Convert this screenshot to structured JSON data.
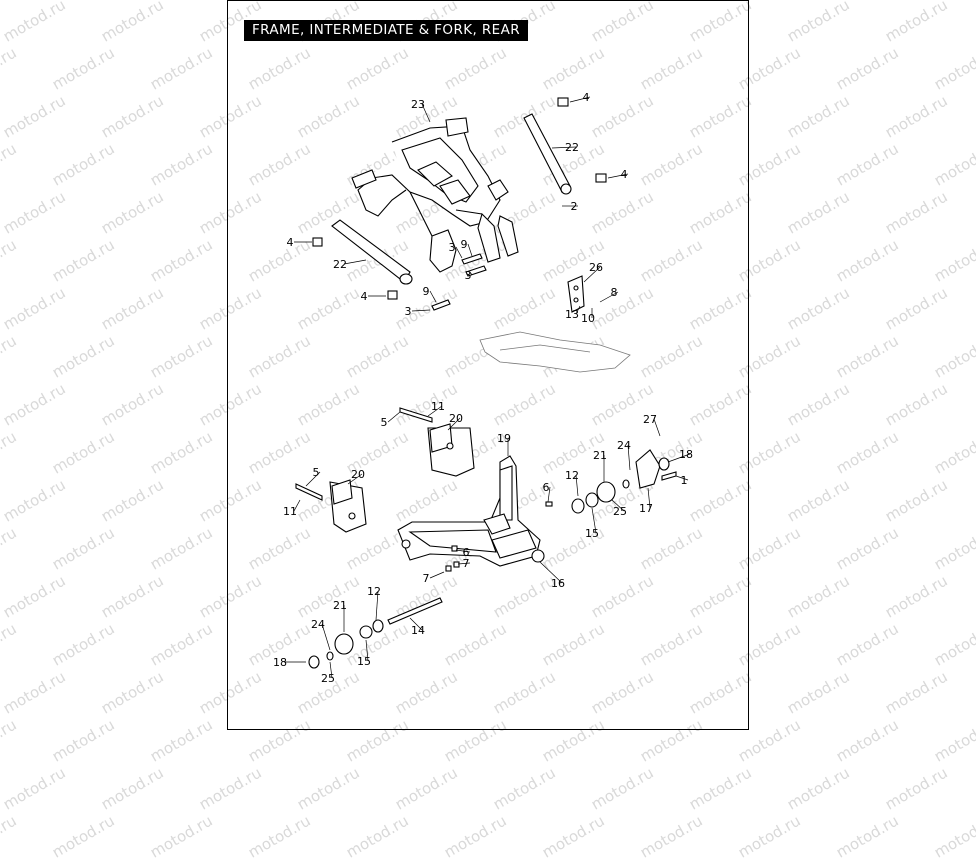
{
  "title": "FRAME, INTERMEDIATE & FORK, REAR",
  "watermark": "motod.ru",
  "callouts": {
    "c23": "23",
    "c22a": "22",
    "c22b": "22",
    "c4a": "4",
    "c4b": "4",
    "c4c": "4",
    "c4d": "4",
    "c2": "2",
    "c3a": "3",
    "c3b": "3",
    "c3c": "3",
    "c9a": "9",
    "c9b": "9",
    "c26": "26",
    "c8": "8",
    "c13": "13",
    "c10": "10",
    "c5a": "5",
    "c11a": "11",
    "c20a": "20",
    "c5b": "5",
    "c20b": "20",
    "c11b": "11",
    "c19": "19",
    "c27": "27",
    "c24a": "24",
    "c21a": "21",
    "c12a": "12",
    "c18a": "18",
    "c1": "1",
    "c6a": "6",
    "c25a": "25",
    "c17": "17",
    "c15a": "15",
    "c6b": "6",
    "c7a": "7",
    "c7b": "7",
    "c16": "16",
    "c12b": "12",
    "c21b": "21",
    "c24b": "24",
    "c14": "14",
    "c18b": "18",
    "c15b": "15",
    "c25b": "25"
  }
}
